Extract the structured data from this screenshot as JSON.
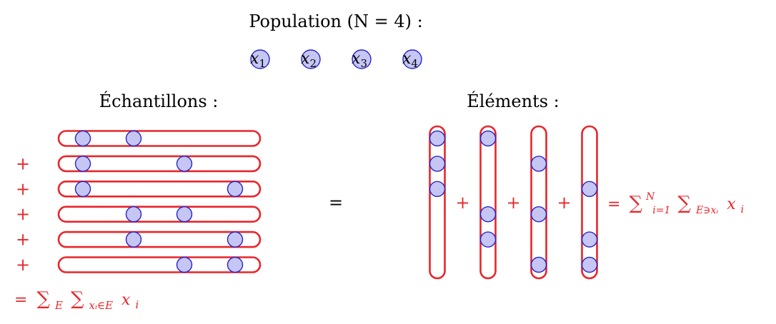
{
  "population": {
    "title": "Population (N = 4) :",
    "elements": [
      {
        "name": "x",
        "sub": "1"
      },
      {
        "name": "x",
        "sub": "2"
      },
      {
        "name": "x",
        "sub": "3"
      },
      {
        "name": "x",
        "sub": "4"
      }
    ]
  },
  "samples": {
    "title": "Échantillons :",
    "plus": "+",
    "rows": [
      [
        1,
        2
      ],
      [
        1,
        3
      ],
      [
        1,
        4
      ],
      [
        2,
        3
      ],
      [
        2,
        4
      ],
      [
        3,
        4
      ]
    ],
    "sum": {
      "eq": "=",
      "s1": "∑",
      "s1sub": "E",
      "s2": "∑",
      "s2sub": "xᵢ∈E",
      "term": "x",
      "termsub": "i"
    }
  },
  "elements": {
    "title": "Éléments :",
    "plus": "+",
    "columns": [
      [
        1,
        2,
        3
      ],
      [
        1,
        4,
        5
      ],
      [
        2,
        4,
        6
      ],
      [
        3,
        5,
        6
      ]
    ],
    "sum": {
      "eq": "=",
      "s1": "∑",
      "s1sub": "i=1",
      "s1sup": "N",
      "s2": "∑",
      "s2sub": "E∋xᵢ",
      "term": "x",
      "termsub": "i"
    }
  },
  "equals": "="
}
